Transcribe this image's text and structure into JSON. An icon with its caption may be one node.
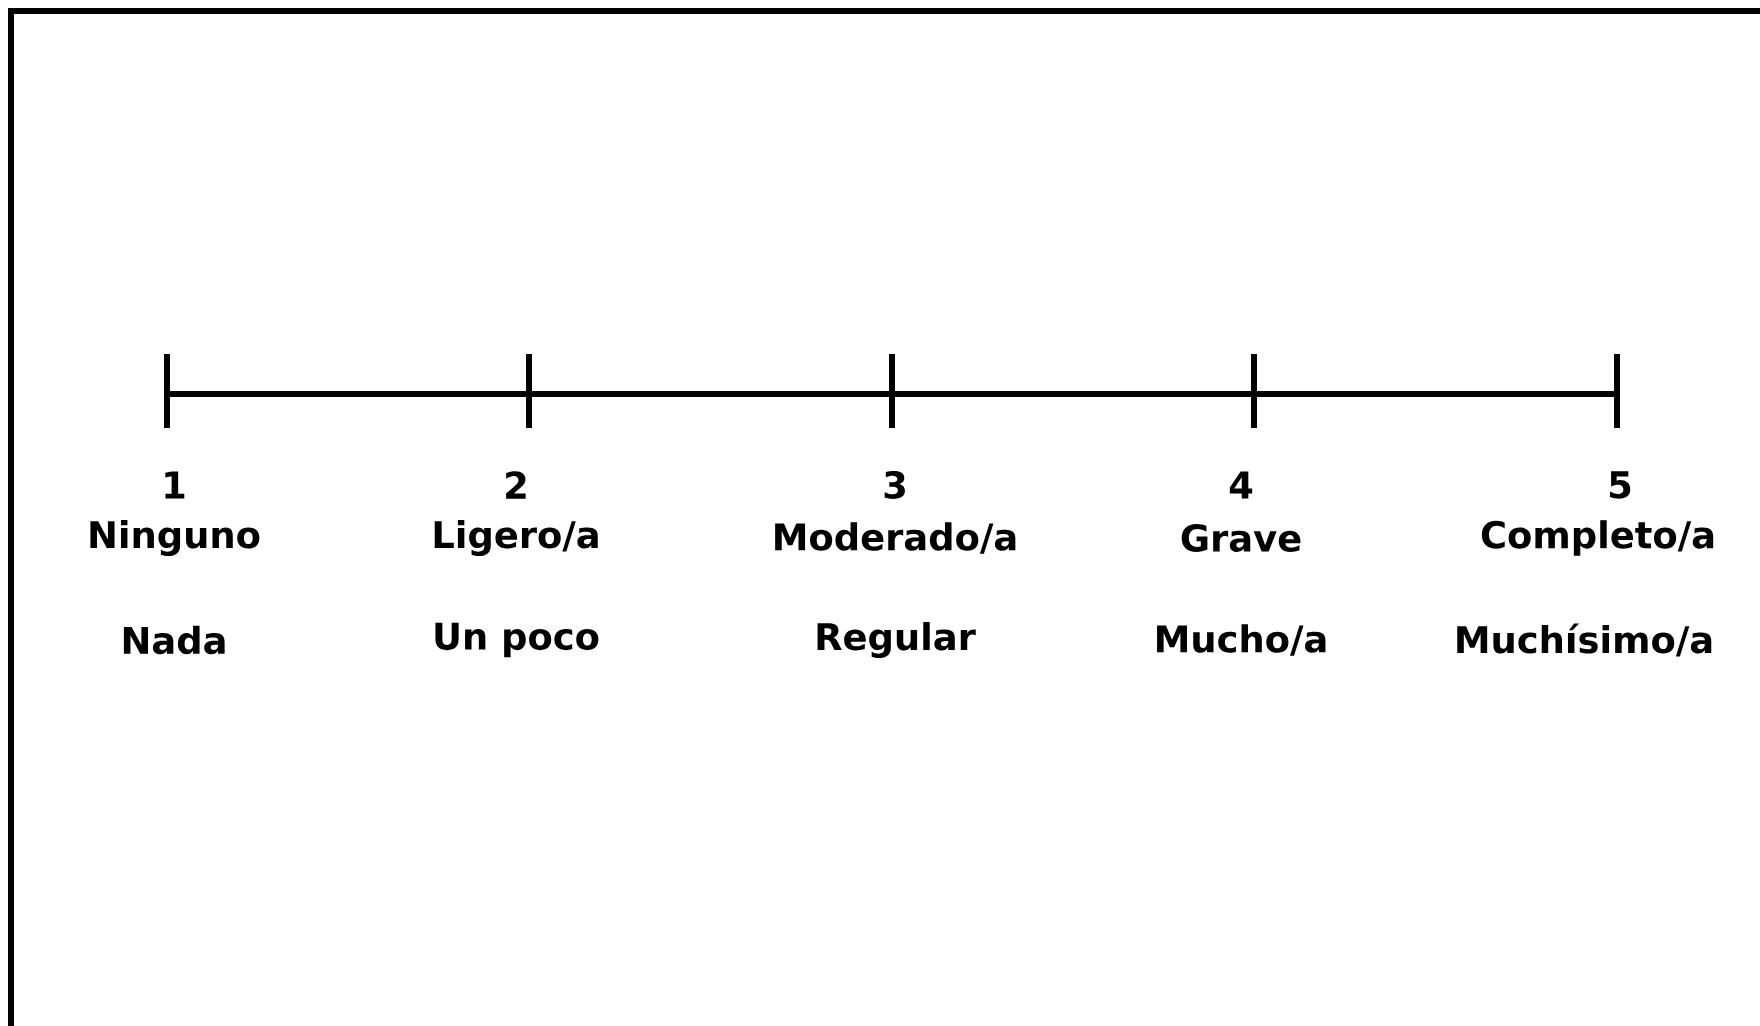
{
  "diagram": {
    "labels": [
      "1",
      "2",
      "3",
      "4",
      "5",
      "Ninguno",
      "Ligero/a",
      "Moderado/a",
      "Grave",
      "Completo/a",
      "Nada",
      "Un poco",
      "Regular",
      "Mucho/a",
      "Muchísimo/a"
    ]
  }
}
